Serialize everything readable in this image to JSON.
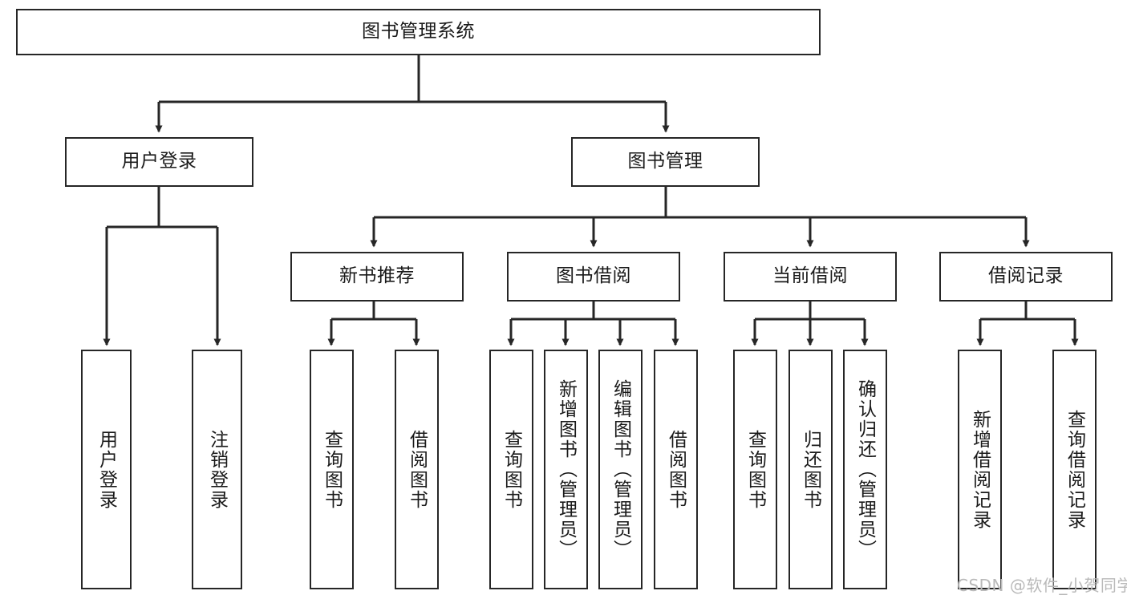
{
  "diagram": {
    "type": "tree-hierarchy-chart",
    "title": "图书管理系统",
    "watermark": "CSDN @软件_小贺同学",
    "colors": {
      "box_border": "#262626",
      "box_fill": "#ffffff",
      "connector": "#262626",
      "text": "#1a1a1a",
      "watermark": "#b9b9b9",
      "background": "#ffffff"
    },
    "levels": [
      {
        "level": 1,
        "nodes": [
          {
            "id": "root",
            "label": "图书管理系统",
            "orientation": "horizontal"
          }
        ]
      },
      {
        "level": 2,
        "nodes": [
          {
            "id": "user-login",
            "label": "用户登录",
            "orientation": "horizontal"
          },
          {
            "id": "book-manage",
            "label": "图书管理",
            "orientation": "horizontal"
          }
        ]
      },
      {
        "level": 3,
        "nodes": [
          {
            "id": "new-book-rec",
            "label": "新书推荐",
            "orientation": "horizontal"
          },
          {
            "id": "book-borrow",
            "label": "图书借阅",
            "orientation": "horizontal"
          },
          {
            "id": "current-borrow",
            "label": "当前借阅",
            "orientation": "horizontal"
          },
          {
            "id": "borrow-record",
            "label": "借阅记录",
            "orientation": "horizontal"
          }
        ]
      },
      {
        "level": 4,
        "nodes": [
          {
            "id": "leaf-user-login",
            "label": "用户登录",
            "orientation": "vertical",
            "parent": "user-login"
          },
          {
            "id": "leaf-logout",
            "label": "注销登录",
            "orientation": "vertical",
            "parent": "user-login"
          },
          {
            "id": "leaf-query-book-1",
            "label": "查询图书",
            "orientation": "vertical",
            "parent": "new-book-rec"
          },
          {
            "id": "leaf-borrow-book-1",
            "label": "借阅图书",
            "orientation": "vertical",
            "parent": "new-book-rec"
          },
          {
            "id": "leaf-query-book-2",
            "label": "查询图书",
            "orientation": "vertical",
            "parent": "book-borrow"
          },
          {
            "id": "leaf-add-book",
            "label": "新增图书（管理员）",
            "orientation": "vertical",
            "parent": "book-borrow"
          },
          {
            "id": "leaf-edit-book",
            "label": "编辑图书（管理员）",
            "orientation": "vertical",
            "parent": "book-borrow"
          },
          {
            "id": "leaf-borrow-book-2",
            "label": "借阅图书",
            "orientation": "vertical",
            "parent": "book-borrow"
          },
          {
            "id": "leaf-query-book-3",
            "label": "查询图书",
            "orientation": "vertical",
            "parent": "current-borrow"
          },
          {
            "id": "leaf-return-book",
            "label": "归还图书",
            "orientation": "vertical",
            "parent": "current-borrow"
          },
          {
            "id": "leaf-confirm-return",
            "label": "确认归还（管理员）",
            "orientation": "vertical",
            "parent": "current-borrow"
          },
          {
            "id": "leaf-add-record",
            "label": "新增借阅记录",
            "orientation": "vertical",
            "parent": "borrow-record"
          },
          {
            "id": "leaf-query-record",
            "label": "查询借阅记录",
            "orientation": "vertical",
            "parent": "borrow-record"
          }
        ]
      }
    ]
  }
}
